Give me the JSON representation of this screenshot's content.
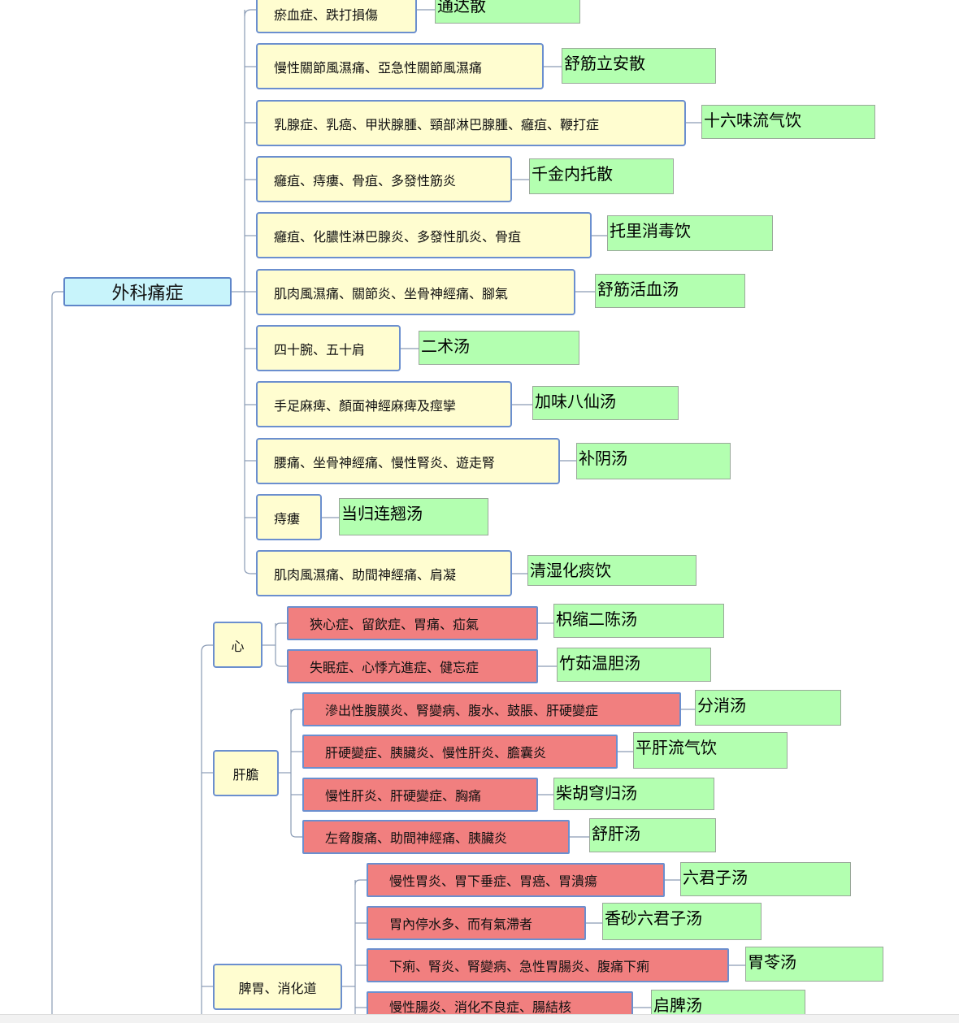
{
  "root": {
    "label": "外科痛症"
  },
  "surgery_items": [
    {
      "condition": "瘀血症、跌打損傷",
      "remedy": "通达散"
    },
    {
      "condition": "慢性關節風濕痛、亞急性關節風濕痛",
      "remedy": "舒筋立安散"
    },
    {
      "condition": "乳腺症、乳癌、甲狀腺腫、頸部淋巴腺腫、癰疽、鞭打症",
      "remedy": "十六味流气饮"
    },
    {
      "condition": "癰疽、痔瘻、骨疽、多發性筋炎",
      "remedy": "千金内托散"
    },
    {
      "condition": "癰疽、化膿性淋巴腺炎、多發性肌炎、骨疽",
      "remedy": "托里消毒饮"
    },
    {
      "condition": "肌肉風濕痛、關節炎、坐骨神經痛、腳氣",
      "remedy": "舒筋活血汤"
    },
    {
      "condition": "四十腕、五十肩",
      "remedy": "二术汤"
    },
    {
      "condition": "手足麻痺、顏面神經麻痺及痙攣",
      "remedy": "加味八仙汤"
    },
    {
      "condition": "腰痛、坐骨神經痛、慢性腎炎、遊走腎",
      "remedy": "补阴汤"
    },
    {
      "condition": "痔瘻",
      "remedy": "当归连翘汤"
    },
    {
      "condition": "肌肉風濕痛、助間神經痛、肩凝",
      "remedy": "清湿化痰饮"
    }
  ],
  "organ_groups": [
    {
      "label": "心",
      "items": [
        {
          "condition": "狹心症、留飲症、胃痛、疝氣",
          "remedy": "枳缩二陈汤"
        },
        {
          "condition": "失眠症、心悸亢進症、健忘症",
          "remedy": "竹茹温胆汤"
        }
      ]
    },
    {
      "label": "肝膽",
      "items": [
        {
          "condition": "滲出性腹膜炎、腎變病、腹水、鼓脹、肝硬變症",
          "remedy": "分消汤"
        },
        {
          "condition": "肝硬變症、胰臟炎、慢性肝炎、膽囊炎",
          "remedy": "平肝流气饮"
        },
        {
          "condition": "慢性肝炎、肝硬變症、胸痛",
          "remedy": "柴胡穹归汤"
        },
        {
          "condition": "左脅腹痛、助間神經痛、胰臟炎",
          "remedy": "舒肝汤"
        }
      ]
    },
    {
      "label": "脾胃、消化道",
      "items": [
        {
          "condition": "慢性胃炎、胃下垂症、胃癌、胃潰瘍",
          "remedy": "六君子汤"
        },
        {
          "condition": "胃內停水多、而有氣滯者",
          "remedy": "香砂六君子汤"
        },
        {
          "condition": "下痢、腎炎、腎變病、急性胃腸炎、腹痛下痢",
          "remedy": "胃苓汤"
        },
        {
          "condition": "慢性腸炎、消化不良症、腸結核",
          "remedy": "启脾汤"
        }
      ]
    }
  ]
}
